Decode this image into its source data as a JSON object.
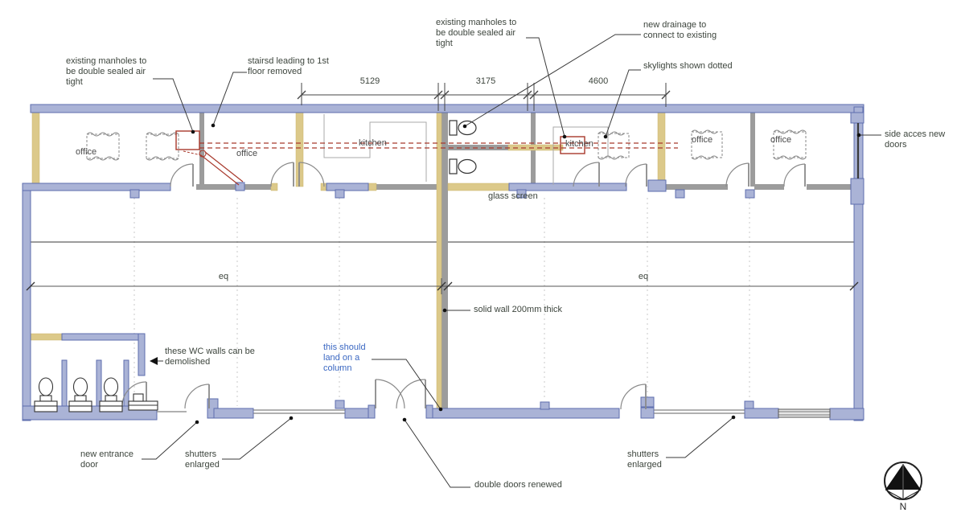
{
  "annotations": {
    "manholes_left": "existing manholes to be double sealed air tight",
    "stairs_removed": "stairsd leading to 1st floor removed",
    "manholes_mid": "existing manholes to be double sealed air tight",
    "new_drainage": "new drainage to connect to existing",
    "skylights": "skylights shown dotted",
    "side_access": "side acces new doors",
    "glass_screen": "glass screen",
    "solid_wall": "solid wall 200mm thick",
    "wc_walls": "these WC walls can be demolished",
    "column_note": "this should land on a column",
    "new_entrance": "new entrance door",
    "shutters_left": "shutters enlarged",
    "double_doors": "double doors renewed",
    "shutters_right": "shutters enlarged"
  },
  "rooms": {
    "office_1": "office",
    "office_2": "office",
    "kitchen_1": "kitchen",
    "kitchen_2": "kitchen",
    "office_3": "office",
    "office_4": "office"
  },
  "dimensions": {
    "dim_1": "5129",
    "dim_2": "3175",
    "dim_3": "4600",
    "eq_left": "eq",
    "eq_right": "eq"
  },
  "compass": {
    "north_label": "N"
  },
  "colors": {
    "wall_blue_fill": "#aab3d6",
    "wall_blue_edge": "#5d6eae",
    "wall_yellow": "#dcc98a",
    "wall_gray": "#9c9c9c",
    "drainage_red": "#a8392c",
    "note_blue": "#3a67c2",
    "annotation_text": "#3c443c"
  }
}
